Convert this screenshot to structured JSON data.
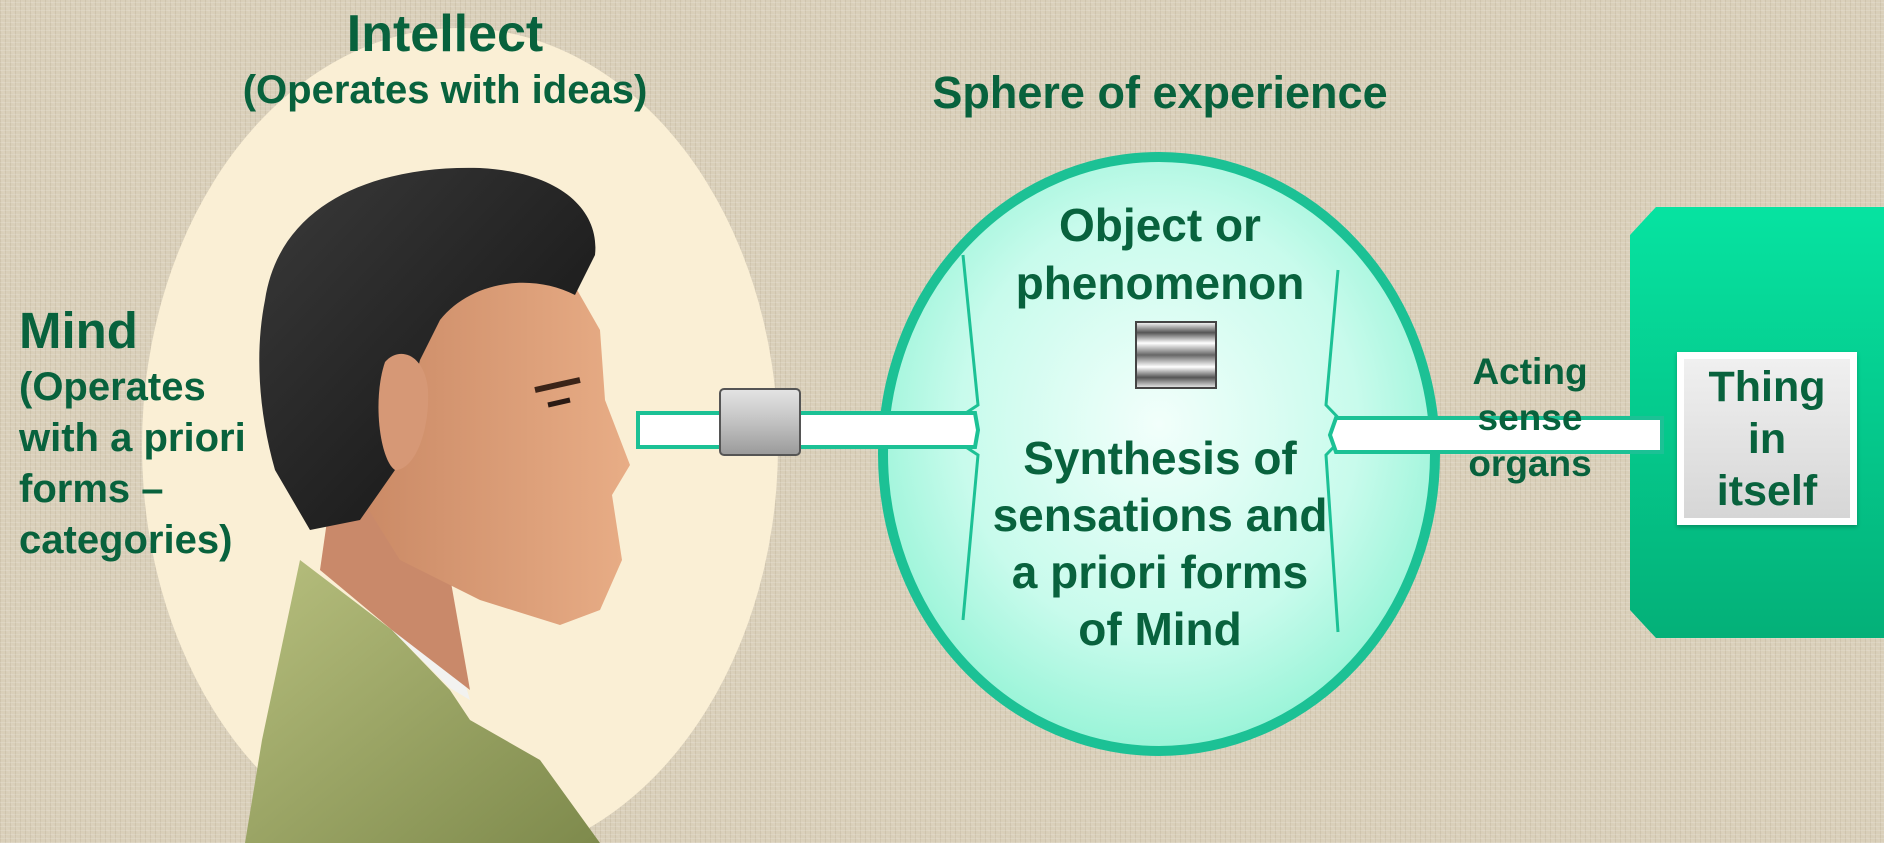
{
  "title": "Intellect",
  "title_sub": "(Operates with ideas)",
  "sphere_title": "Sphere of experience",
  "mind": {
    "label": "Mind",
    "sub": "(Operates\nwith a priori\nforms –\ncategories)"
  },
  "object_label": "Object or\nphenomenon",
  "synthesis_label": "Synthesis of\nsensations and\na priori forms\nof Mind",
  "acting_label": "Acting\nsense\norgans",
  "thing_label": "Thing\nin\nitself",
  "colors": {
    "text_green": "#08623d",
    "circle_border": "#1cc195",
    "circle_fill": "#c4fbe9",
    "block_green": "#08c98c",
    "oval_fill": "#faefd5"
  }
}
